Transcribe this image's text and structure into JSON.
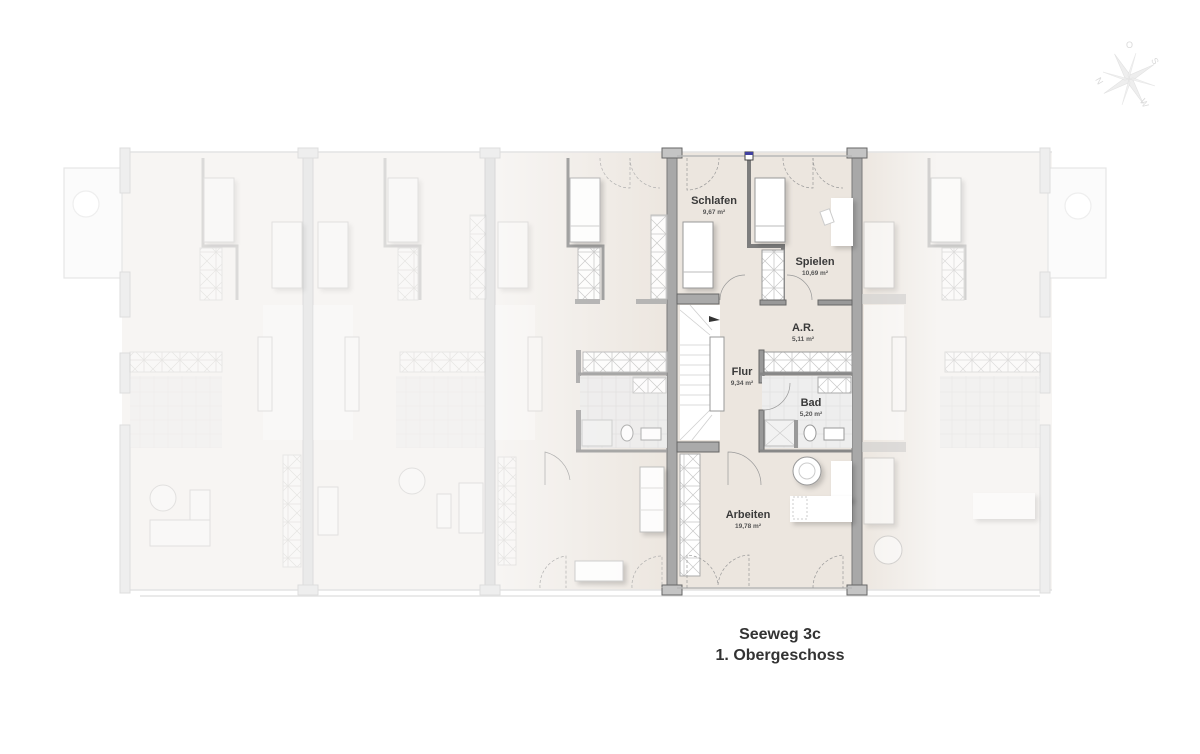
{
  "title": {
    "address": "Seeweg 3c",
    "floor": "1. Obergeschoss"
  },
  "compass": {
    "icon": "compass-rose-icon",
    "letters": [
      "O",
      "S",
      "W",
      "N"
    ]
  },
  "rooms": [
    {
      "name": "Schlafen",
      "area": "9,67 m²"
    },
    {
      "name": "Spielen",
      "area": "10,69 m²"
    },
    {
      "name": "A.R.",
      "area": "5,11 m²"
    },
    {
      "name": "Flur",
      "area": "9,34 m²"
    },
    {
      "name": "Bad",
      "area": "5,20 m²"
    },
    {
      "name": "Arbeiten",
      "area": "19,78 m²"
    }
  ],
  "colors": {
    "highlight_floor": "#ece6df",
    "faded_floor": "#f6f4f2",
    "wall": "#9a9a9a",
    "faded_wall": "#e2e2e2",
    "text": "#3a3a3a"
  }
}
